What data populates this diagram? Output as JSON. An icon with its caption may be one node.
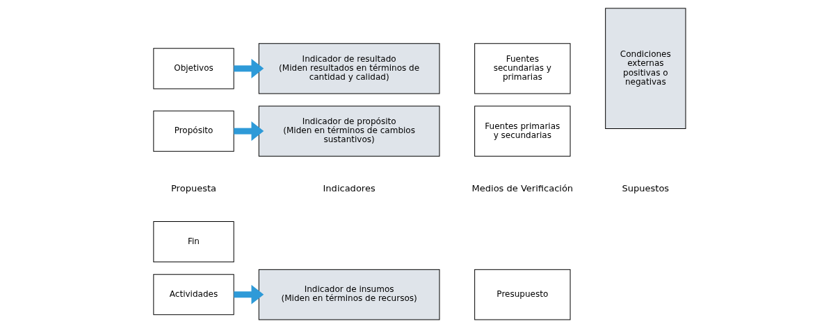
{
  "diagram": {
    "nodes": [
      {
        "text": [
          "Fin"
        ]
      },
      {
        "text": [
          "Propósito"
        ]
      },
      {
        "text": [
          "Objetivos"
        ]
      },
      {
        "text": [
          "Actividades"
        ]
      },
      {
        "text": [
          "Indicador de propósito",
          "(Miden en términos de cambios sustantivos)"
        ]
      },
      {
        "text": [
          "Indicador de resultado",
          "(Miden resultados en términos de cantidad y calidad)"
        ]
      },
      {
        "text": [
          "Indicador de insumos",
          "(Miden en términos de recursos)"
        ]
      },
      {
        "text": [
          "Fuentes primarias y secundarias"
        ]
      },
      {
        "text": [
          "Fuentes secundarias y primarias"
        ]
      },
      {
        "text": [
          "Presupuesto"
        ]
      },
      {
        "text": [
          "Condiciones externas positivas o negativas"
        ]
      }
    ],
    "edges": [
      {
        "from": 1,
        "to": 4,
        "arrow": "to"
      },
      {
        "from": 2,
        "to": 5,
        "arrow": "to"
      },
      {
        "from": 3,
        "to": 6,
        "arrow": "to"
      }
    ],
    "labels": [
      "Propuesta",
      "Indicadores",
      "Medios de Verificación",
      "Supuestos"
    ]
  }
}
